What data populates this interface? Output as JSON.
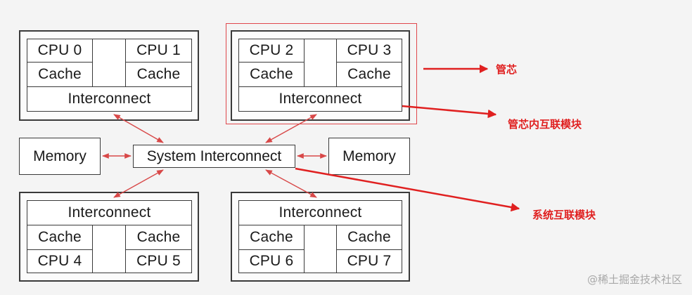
{
  "dies": [
    {
      "cpus": [
        "CPU 0",
        "CPU 1"
      ],
      "caches": [
        "Cache",
        "Cache"
      ],
      "interconnect": "Interconnect"
    },
    {
      "cpus": [
        "CPU 2",
        "CPU 3"
      ],
      "caches": [
        "Cache",
        "Cache"
      ],
      "interconnect": "Interconnect"
    },
    {
      "cpus": [
        "CPU 4",
        "CPU 5"
      ],
      "caches": [
        "Cache",
        "Cache"
      ],
      "interconnect": "Interconnect"
    },
    {
      "cpus": [
        "CPU 6",
        "CPU 7"
      ],
      "caches": [
        "Cache",
        "Cache"
      ],
      "interconnect": "Interconnect"
    }
  ],
  "system_interconnect": "System Interconnect",
  "memory_left": "Memory",
  "memory_right": "Memory",
  "annotations": {
    "die": "管芯",
    "on_die_interconnect": "管芯内互联模块",
    "system_interconnect_module": "系统互联模块"
  },
  "colors": {
    "annotation": "#e02020",
    "highlight": "#e0474c",
    "link_arrow": "#d84848"
  },
  "watermark": "@稀土掘金技术社区"
}
